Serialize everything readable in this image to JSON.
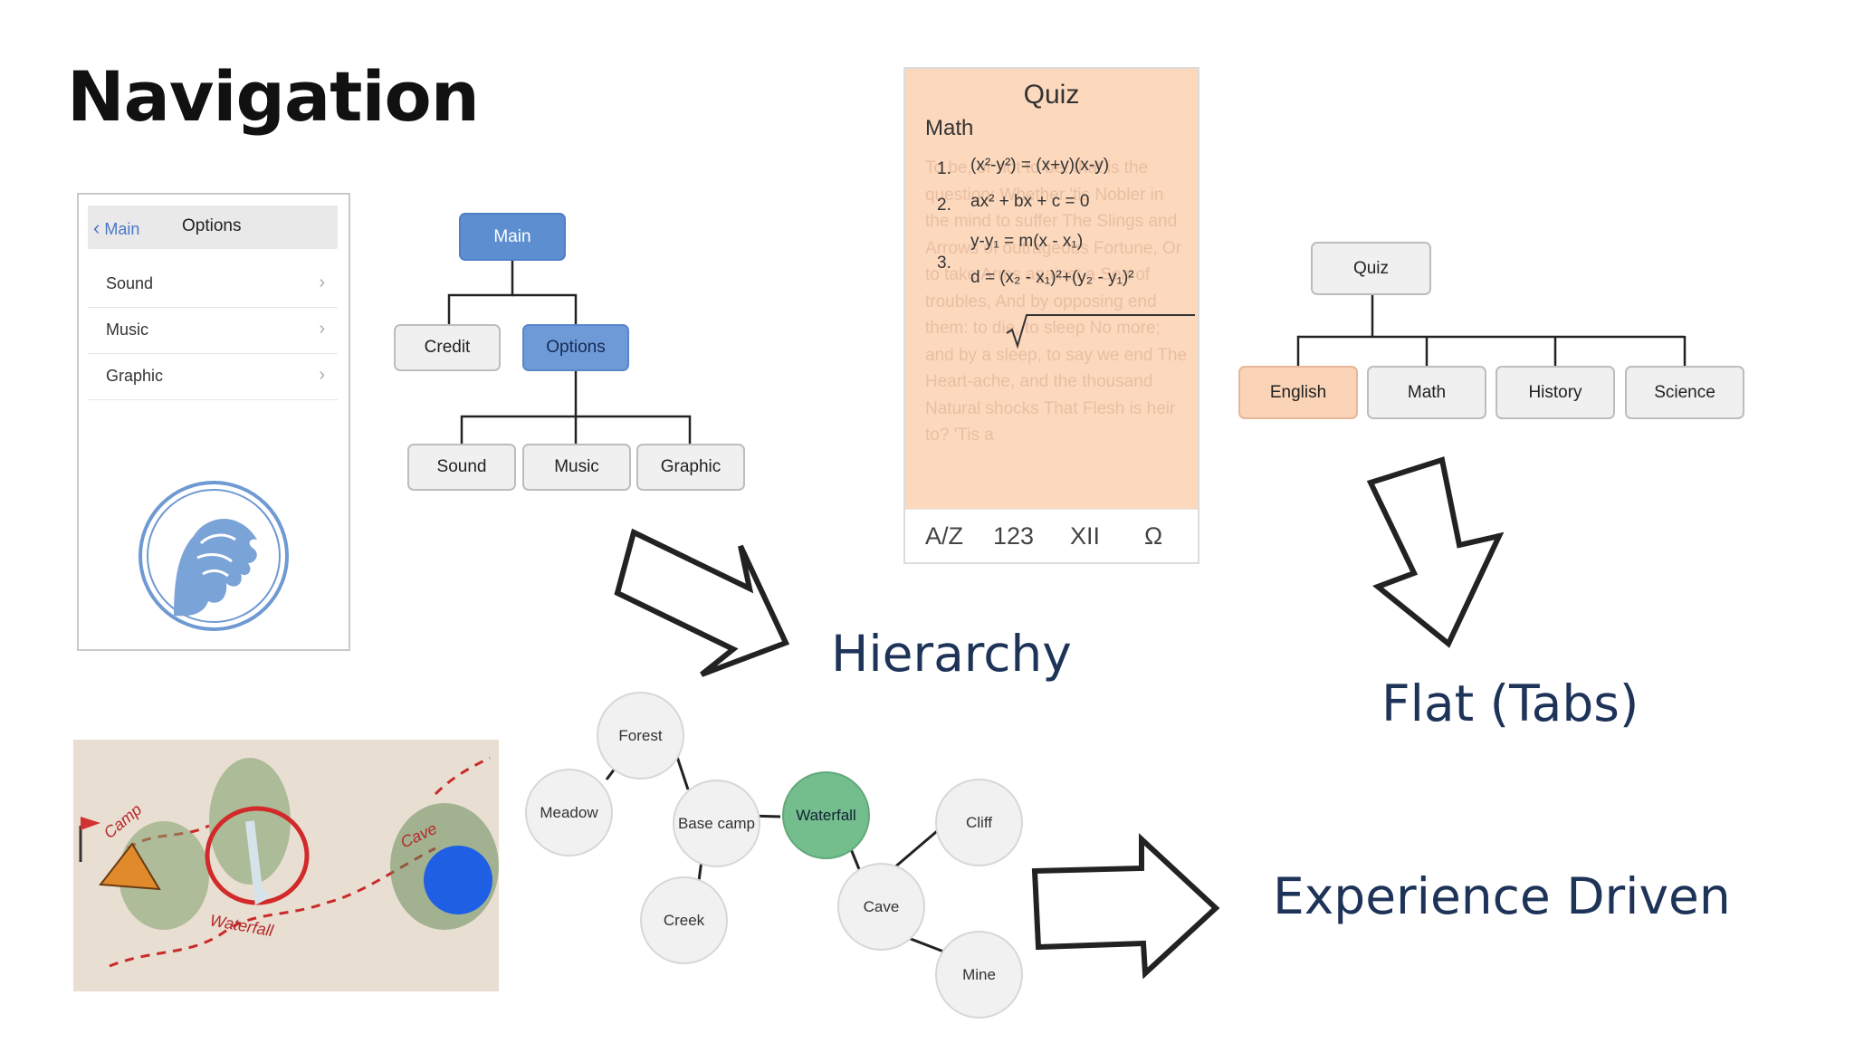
{
  "title": "Navigation",
  "labels": {
    "hierarchy": "Hierarchy",
    "flat": "Flat (Tabs)",
    "experience": "Experience Driven"
  },
  "phone": {
    "back_label": "Main",
    "header_title": "Options",
    "rows": [
      "Sound",
      "Music",
      "Graphic"
    ]
  },
  "hierarchy_tree": {
    "root": "Main",
    "level1": [
      "Credit",
      "Options"
    ],
    "level2": [
      "Sound",
      "Music",
      "Graphic"
    ]
  },
  "quiz_card": {
    "title": "Quiz",
    "subject": "Math",
    "numbers": [
      "1.",
      "2.",
      "3."
    ],
    "equations": [
      "(x²-y²) = (x+y)(x-y)",
      "ax² + bx + c = 0",
      "y-y₁ = m(x - x₁)",
      "d = (x₂ - x₁)²+(y₂ - y₁)²"
    ],
    "ghost_text": "To be, or not to be, that is the question: Whether 'tis Nobler in the mind to suffer The Slings and Arrows of outrageous Fortune, Or to take Arms against a Sea of troubles, And by opposing end them: to die, to sleep No more; and by a sleep, to say we end The Heart-ache, and the thousand Natural shocks That Flesh is heir to? 'Tis a",
    "keyboard": [
      "A/Z",
      "123",
      "XII",
      "Ω"
    ]
  },
  "flat_tree": {
    "root": "Quiz",
    "tabs": [
      "English",
      "Math",
      "History",
      "Science"
    ]
  },
  "map": {
    "labels": [
      "Camp",
      "Waterfall",
      "Cave"
    ]
  },
  "graph": {
    "nodes": [
      "Forest",
      "Meadow",
      "Base camp",
      "Creek",
      "Waterfall",
      "Cave",
      "Cliff",
      "Mine"
    ]
  },
  "colors": {
    "blue": "#5d8fd0",
    "orange": "#fbd3b6",
    "green": "#74bd8d",
    "label_navy": "#1e3358"
  }
}
